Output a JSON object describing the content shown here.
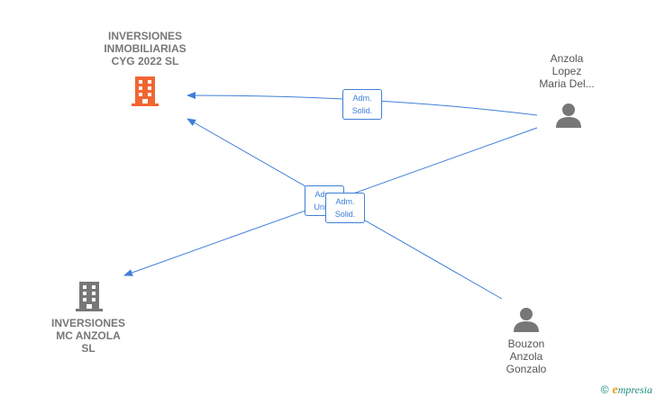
{
  "colors": {
    "edge": "#3f7fd8",
    "main_company": "#f26532",
    "company": "#777777",
    "person": "#777777"
  },
  "nodes": {
    "inversiones_cyg": {
      "label_line1": "INVERSIONES",
      "label_line2": "INMOBILIARIAS",
      "label_line3": "CYG 2022  SL",
      "icon": "building-icon"
    },
    "inversiones_mc": {
      "label_line1": "INVERSIONES",
      "label_line2": "MC ANZOLA",
      "label_line3": "SL",
      "icon": "building-icon"
    },
    "anzola_lopez": {
      "label_line1": "Anzola",
      "label_line2": "Lopez",
      "label_line3": "Maria Del...",
      "icon": "person-icon"
    },
    "bouzon_anzola": {
      "label_line1": "Bouzon",
      "label_line2": "Anzola",
      "label_line3": "Gonzalo",
      "icon": "person-icon"
    }
  },
  "edge_labels": {
    "top": {
      "line1": "Adm.",
      "line2": "Solid."
    },
    "mid_back": {
      "line1": "Adm.",
      "line2": "Unico"
    },
    "mid_front": {
      "line1": "Adm.",
      "line2": "Solid."
    }
  },
  "watermark": {
    "copyright": "©",
    "brand_initial": "e",
    "brand_rest": "mpresia"
  }
}
